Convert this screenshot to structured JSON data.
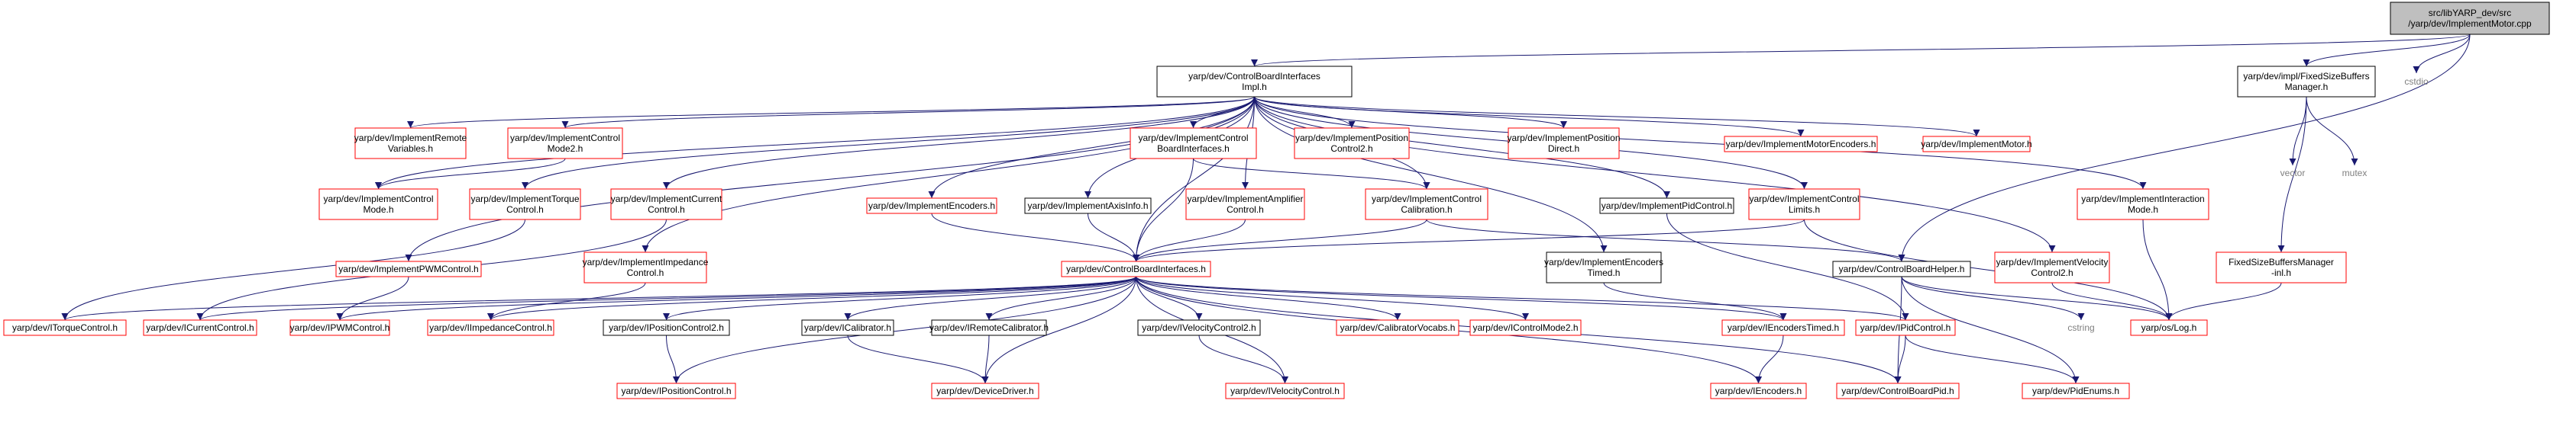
{
  "colors": {
    "edge": "#191970",
    "link_text": "#000000",
    "missing_text": "#ff0000",
    "normal_border": "#000000",
    "missing_border": "#ff0000",
    "root_fill": "#bfbfbf",
    "plain_text": "#7f7f7f"
  },
  "nodes": [
    {
      "id": "root",
      "lines": [
        "src/libYARP_dev/src",
        "/yarp/dev/ImplementMotor.cpp"
      ],
      "style": "root"
    },
    {
      "id": "cbii",
      "lines": [
        "yarp/dev/ControlBoardInterfaces",
        "Impl.h"
      ],
      "style": "normal"
    },
    {
      "id": "fsbm",
      "lines": [
        "yarp/dev/impl/FixedSizeBuffers",
        "Manager.h"
      ],
      "style": "normal"
    },
    {
      "id": "cstdio",
      "lines": [
        "cstdio"
      ],
      "style": "plain"
    },
    {
      "id": "iremvar",
      "lines": [
        "yarp/dev/ImplementRemote",
        "Variables.h"
      ],
      "style": "missing"
    },
    {
      "id": "icm2",
      "lines": [
        "yarp/dev/ImplementControl",
        "Mode2.h"
      ],
      "style": "missing"
    },
    {
      "id": "icbi",
      "lines": [
        "yarp/dev/ImplementControl",
        "BoardInterfaces.h"
      ],
      "style": "missing"
    },
    {
      "id": "ipc2",
      "lines": [
        "yarp/dev/ImplementPosition",
        "Control2.h"
      ],
      "style": "missing"
    },
    {
      "id": "ipd",
      "lines": [
        "yarp/dev/ImplementPosition",
        "Direct.h"
      ],
      "style": "missing"
    },
    {
      "id": "imenc",
      "lines": [
        "yarp/dev/ImplementMotorEncoders.h"
      ],
      "style": "missing"
    },
    {
      "id": "imot",
      "lines": [
        "yarp/dev/ImplementMotor.h"
      ],
      "style": "missing"
    },
    {
      "id": "vector",
      "lines": [
        "vector"
      ],
      "style": "plain"
    },
    {
      "id": "mutex",
      "lines": [
        "mutex"
      ],
      "style": "plain"
    },
    {
      "id": "icmode",
      "lines": [
        "yarp/dev/ImplementControl",
        "Mode.h"
      ],
      "style": "missing"
    },
    {
      "id": "itorq",
      "lines": [
        "yarp/dev/ImplementTorque",
        "Control.h"
      ],
      "style": "missing"
    },
    {
      "id": "icurr",
      "lines": [
        "yarp/dev/ImplementCurrent",
        "Control.h"
      ],
      "style": "missing"
    },
    {
      "id": "ienc",
      "lines": [
        "yarp/dev/ImplementEncoders.h"
      ],
      "style": "missing"
    },
    {
      "id": "iaxis",
      "lines": [
        "yarp/dev/ImplementAxisInfo.h"
      ],
      "style": "normal"
    },
    {
      "id": "iamp",
      "lines": [
        "yarp/dev/ImplementAmplifier",
        "Control.h"
      ],
      "style": "missing"
    },
    {
      "id": "icalib",
      "lines": [
        "yarp/dev/ImplementControl",
        "Calibration.h"
      ],
      "style": "missing"
    },
    {
      "id": "ipid",
      "lines": [
        "yarp/dev/ImplementPidControl.h"
      ],
      "style": "normal"
    },
    {
      "id": "iclim",
      "lines": [
        "yarp/dev/ImplementControl",
        "Limits.h"
      ],
      "style": "missing"
    },
    {
      "id": "iinter",
      "lines": [
        "yarp/dev/ImplementInteraction",
        "Mode.h"
      ],
      "style": "missing"
    },
    {
      "id": "ipwm",
      "lines": [
        "yarp/dev/ImplementPWMControl.h"
      ],
      "style": "missing"
    },
    {
      "id": "iimp",
      "lines": [
        "yarp/dev/ImplementImpedance",
        "Control.h"
      ],
      "style": "missing"
    },
    {
      "id": "cbi",
      "lines": [
        "yarp/dev/ControlBoardInterfaces.h"
      ],
      "style": "missing"
    },
    {
      "id": "iencT",
      "lines": [
        "yarp/dev/ImplementEncoders",
        "Timed.h"
      ],
      "style": "normal"
    },
    {
      "id": "cbh",
      "lines": [
        "yarp/dev/ControlBoardHelper.h"
      ],
      "style": "normal"
    },
    {
      "id": "ivel2",
      "lines": [
        "yarp/dev/ImplementVelocity",
        "Control2.h"
      ],
      "style": "missing"
    },
    {
      "id": "fsbmi",
      "lines": [
        "FixedSizeBuffersManager",
        "-inl.h"
      ],
      "style": "missing"
    },
    {
      "id": "ITorque",
      "lines": [
        "yarp/dev/ITorqueControl.h"
      ],
      "style": "missing"
    },
    {
      "id": "ICurrent",
      "lines": [
        "yarp/dev/ICurrentControl.h"
      ],
      "style": "missing"
    },
    {
      "id": "IPWM",
      "lines": [
        "yarp/dev/IPWMControl.h"
      ],
      "style": "missing"
    },
    {
      "id": "IImp",
      "lines": [
        "yarp/dev/IImpedanceControl.h"
      ],
      "style": "missing"
    },
    {
      "id": "IPos2",
      "lines": [
        "yarp/dev/IPositionControl2.h"
      ],
      "style": "normal"
    },
    {
      "id": "ICal",
      "lines": [
        "yarp/dev/ICalibrator.h"
      ],
      "style": "normal"
    },
    {
      "id": "IRemCal",
      "lines": [
        "yarp/dev/IRemoteCalibrator.h"
      ],
      "style": "normal"
    },
    {
      "id": "IVel2",
      "lines": [
        "yarp/dev/IVelocityControl2.h"
      ],
      "style": "normal"
    },
    {
      "id": "CalVoc",
      "lines": [
        "yarp/dev/CalibratorVocabs.h"
      ],
      "style": "missing"
    },
    {
      "id": "ICM2",
      "lines": [
        "yarp/dev/IControlMode2.h"
      ],
      "style": "missing"
    },
    {
      "id": "IEncT",
      "lines": [
        "yarp/dev/IEncodersTimed.h"
      ],
      "style": "missing"
    },
    {
      "id": "IPid",
      "lines": [
        "yarp/dev/IPidControl.h"
      ],
      "style": "missing"
    },
    {
      "id": "cstring",
      "lines": [
        "cstring"
      ],
      "style": "plain"
    },
    {
      "id": "Log",
      "lines": [
        "yarp/os/Log.h"
      ],
      "style": "missing"
    },
    {
      "id": "IPos",
      "lines": [
        "yarp/dev/IPositionControl.h"
      ],
      "style": "missing"
    },
    {
      "id": "DevDrv",
      "lines": [
        "yarp/dev/DeviceDriver.h"
      ],
      "style": "missing"
    },
    {
      "id": "IVel",
      "lines": [
        "yarp/dev/IVelocityControl.h"
      ],
      "style": "missing"
    },
    {
      "id": "IEnc",
      "lines": [
        "yarp/dev/IEncoders.h"
      ],
      "style": "missing"
    },
    {
      "id": "CBPid",
      "lines": [
        "yarp/dev/ControlBoardPid.h"
      ],
      "style": "missing"
    },
    {
      "id": "PidEnums",
      "lines": [
        "yarp/dev/PidEnums.h"
      ],
      "style": "missing"
    }
  ]
}
